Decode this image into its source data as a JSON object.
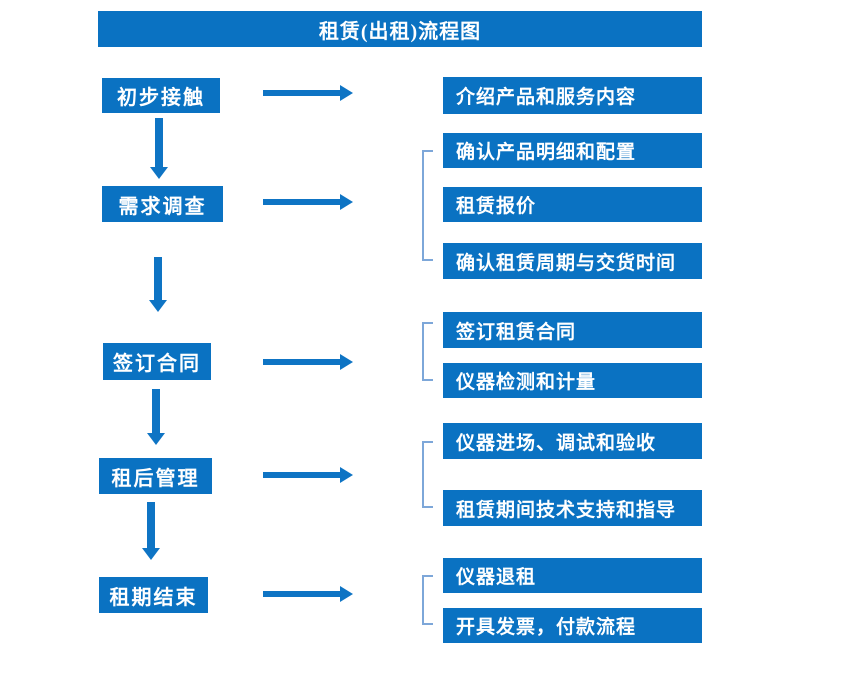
{
  "title": "租赁(出租)流程图",
  "colors": {
    "box_fill": "#0a72c2",
    "arrow": "#0e74c4",
    "bracket": "#7da7d9",
    "box_text": "#ffffff",
    "background": "#ffffff"
  },
  "flow": {
    "steps": [
      {
        "label": "初步接触",
        "details": [
          "介绍产品和服务内容"
        ]
      },
      {
        "label": "需求调查",
        "details": [
          "确认产品明细和配置",
          "租赁报价",
          "确认租赁周期与交货时间"
        ]
      },
      {
        "label": "签订合同",
        "details": [
          "签订租赁合同",
          "仪器检测和计量"
        ]
      },
      {
        "label": "租后管理",
        "details": [
          "仪器进场、调试和验收",
          "租赁期间技术支持和指导"
        ]
      },
      {
        "label": "租期结束",
        "details": [
          "仪器退租",
          "开具发票，付款流程"
        ]
      }
    ]
  }
}
